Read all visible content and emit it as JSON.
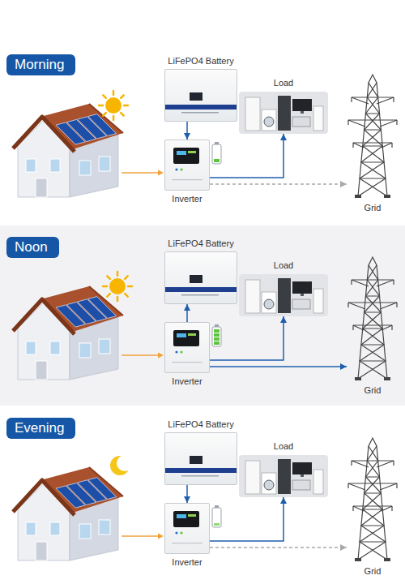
{
  "diagram": {
    "nodes": [
      {
        "text": [
          "Morning"
        ]
      },
      {
        "text": [
          "LiFePO4 Battery"
        ],
        "in": 0
      },
      {
        "text": [
          "Inverter"
        ],
        "in": 0
      },
      {
        "text": [
          "Load"
        ],
        "in": 0
      },
      {
        "text": [
          "Grid"
        ],
        "in": 0
      },
      {
        "text": [
          "Noon"
        ]
      },
      {
        "text": [
          "LiFePO4 Battery"
        ],
        "in": 5
      },
      {
        "text": [
          "Inverter"
        ],
        "in": 5
      },
      {
        "text": [
          "Load"
        ],
        "in": 5
      },
      {
        "text": [
          "Grid"
        ],
        "in": 5
      },
      {
        "text": [
          "Evening"
        ]
      },
      {
        "text": [
          "LiFePO4 Battery"
        ],
        "in": 10
      },
      {
        "text": [
          "Inverter"
        ],
        "in": 10
      },
      {
        "text": [
          "Load"
        ],
        "in": 10
      },
      {
        "text": [
          "Grid"
        ],
        "in": 10
      }
    ],
    "edges": [
      {
        "from": 1,
        "to": 2,
        "arrow": "to"
      },
      {
        "from": 2,
        "to": 3,
        "arrow": "to"
      },
      {
        "from": 2,
        "to": 4,
        "arrow": "to"
      },
      {
        "from": 7,
        "to": 6,
        "arrow": "to"
      },
      {
        "from": 7,
        "to": 8,
        "arrow": "to"
      },
      {
        "from": 7,
        "to": 9,
        "arrow": "to"
      },
      {
        "from": 11,
        "to": 12,
        "arrow": "to"
      },
      {
        "from": 12,
        "to": 13,
        "arrow": "to"
      },
      {
        "from": 12,
        "to": 14,
        "arrow": "to"
      }
    ]
  }
}
